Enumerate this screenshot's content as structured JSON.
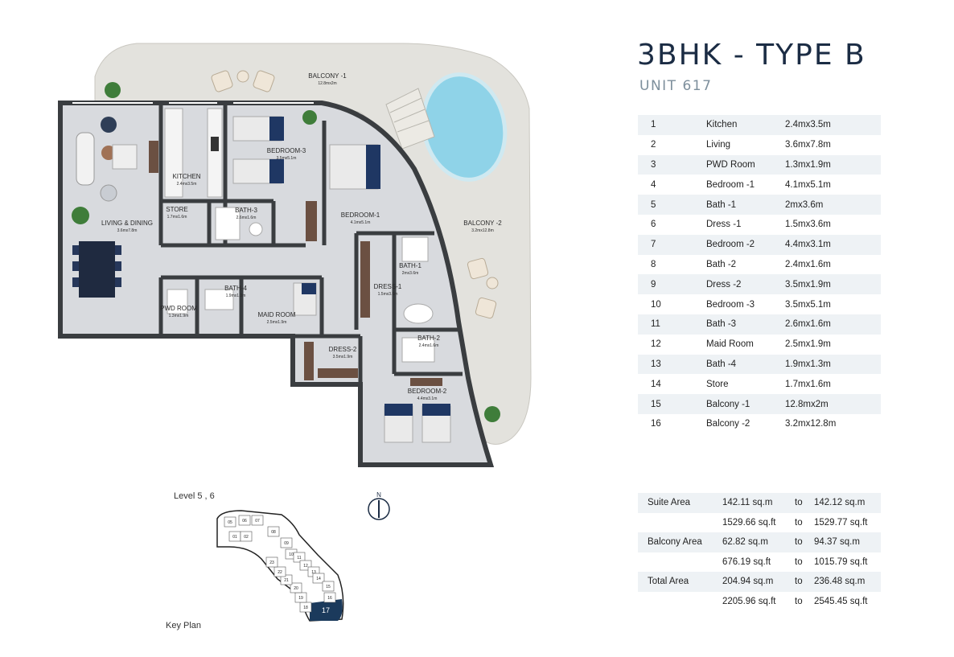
{
  "heading": {
    "title": "3BHK - TYPE B",
    "unit": "UNIT 617"
  },
  "plan_labels": {
    "balcony1": "BALCONY -1",
    "balcony1_size": "12.8mx2m",
    "balcony2": "BALCONY -2",
    "balcony2_size": "3.2mx12.8m",
    "kitchen": "KITCHEN",
    "kitchen_size": "2.4mx3.5m",
    "bedroom3": "BEDROOM-3",
    "bedroom3_size": "3.5mx5.1m",
    "living": "LIVING & DINING",
    "living_size": "3.6mx7.8m",
    "store": "STORE",
    "store_size": "1.7mx1.6m",
    "bath3": "BATH-3",
    "bath3_size": "2.6mx1.6m",
    "bedroom1": "BEDROOM-1",
    "bedroom1_size": "4.1mx5.1m",
    "bath1": "BATH-1",
    "bath1_size": "2mx3.6m",
    "dress1": "DRESS-1",
    "dress1_size": "1.5mx3.6m",
    "bath4": "BATH-4",
    "bath4_size": "1.9mx1.3m",
    "pwd": "PWD ROOM",
    "pwd_size": "1.3mx1.9m",
    "maid": "MAID ROOM",
    "maid_size": "2.5mx1.9m",
    "bath2": "BATH-2",
    "bath2_size": "2.4mx1.6m",
    "dress2": "DRESS-2",
    "dress2_size": "3.5mx1.9m",
    "bedroom2": "BEDROOM-2",
    "bedroom2_size": "4.4mx3.1m"
  },
  "key_plan": {
    "level": "Level  5 , 6",
    "caption": "Key Plan",
    "north": "N",
    "units": [
      "05",
      "06",
      "07",
      "08",
      "09",
      "10",
      "11",
      "12",
      "13",
      "14",
      "15",
      "16",
      "17",
      "18",
      "19",
      "20",
      "21",
      "22",
      "23",
      "01",
      "02"
    ],
    "highlight": "17",
    "highlight_color": "#1b3a5c"
  },
  "rooms": [
    {
      "no": "1",
      "name": "Kitchen",
      "size": "2.4mx3.5m"
    },
    {
      "no": "2",
      "name": "Living",
      "size": "3.6mx7.8m"
    },
    {
      "no": "3",
      "name": "PWD Room",
      "size": "1.3mx1.9m"
    },
    {
      "no": "4",
      "name": "Bedroom -1",
      "size": "4.1mx5.1m"
    },
    {
      "no": "5",
      "name": "Bath -1",
      "size": "2mx3.6m"
    },
    {
      "no": "6",
      "name": "Dress -1",
      "size": "1.5mx3.6m"
    },
    {
      "no": "7",
      "name": "Bedroom -2",
      "size": "4.4mx3.1m"
    },
    {
      "no": "8",
      "name": "Bath -2",
      "size": "2.4mx1.6m"
    },
    {
      "no": "9",
      "name": "Dress -2",
      "size": "3.5mx1.9m"
    },
    {
      "no": "10",
      "name": "Bedroom -3",
      "size": "3.5mx5.1m"
    },
    {
      "no": "11",
      "name": "Bath -3",
      "size": "2.6mx1.6m"
    },
    {
      "no": "12",
      "name": "Maid Room",
      "size": "2.5mx1.9m"
    },
    {
      "no": "13",
      "name": "Bath -4",
      "size": "1.9mx1.3m"
    },
    {
      "no": "14",
      "name": "Store",
      "size": "1.7mx1.6m"
    },
    {
      "no": "15",
      "name": "Balcony -1",
      "size": "12.8mx2m"
    },
    {
      "no": "16",
      "name": "Balcony -2",
      "size": "3.2mx12.8m"
    }
  ],
  "areas": {
    "suite": {
      "label": "Suite Area",
      "sqm_from": "142.11 sq.m",
      "to": "to",
      "sqm_to": "142.12 sq.m",
      "sqft_from": "1529.66 sq.ft",
      "sqft_to": "1529.77 sq.ft"
    },
    "balcony": {
      "label": "Balcony Area",
      "sqm_from": "62.82 sq.m",
      "to": "to",
      "sqm_to": "94.37 sq.m",
      "sqft_from": "676.19 sq.ft",
      "sqft_to": "1015.79 sq.ft"
    },
    "total": {
      "label": "Total Area",
      "sqm_from": "204.94 sq.m",
      "to": "to",
      "sqm_to": "236.48 sq.m",
      "sqft_from": "2205.96 sq.ft",
      "sqft_to": "2545.45 sq.ft"
    }
  },
  "colors": {
    "wall": "#3a3d40",
    "floor": "#d8dade",
    "balcony": "#e3e2dd",
    "pool": "#8fd3e8",
    "accent": "#1b2c44",
    "muted": "#7d8f9c",
    "band": "#eef2f5"
  }
}
